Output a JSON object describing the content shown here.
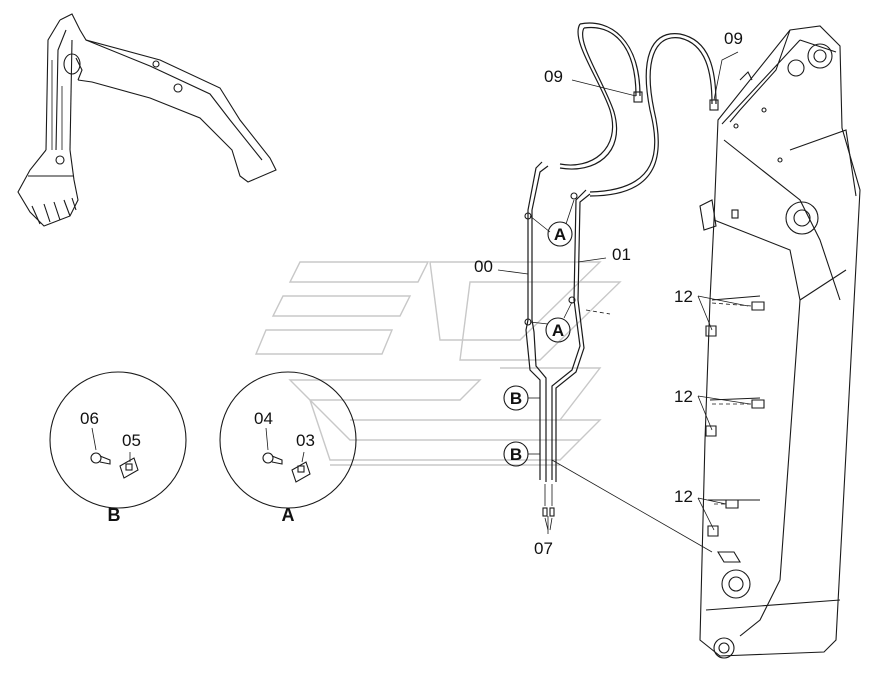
{
  "part_labels": {
    "hose_left": "09",
    "hose_right": "09",
    "pipe_00": "00",
    "pipe_01": "01",
    "clamp_top": "12",
    "clamp_mid": "12",
    "clamp_bottom": "12",
    "plug": "07",
    "detail_b_bolt": "06",
    "detail_b_clamp": "05",
    "detail_a_bolt": "04",
    "detail_a_clamp": "03"
  },
  "view_callouts": {
    "a_upper": "A",
    "a_lower": "A",
    "b_upper": "B",
    "b_lower": "B"
  },
  "detail_views": {
    "b_caption": "B",
    "a_caption": "A"
  },
  "colors": {
    "line": "#1a1a1a",
    "watermark": "#c8c8c8",
    "background": "#ffffff"
  }
}
